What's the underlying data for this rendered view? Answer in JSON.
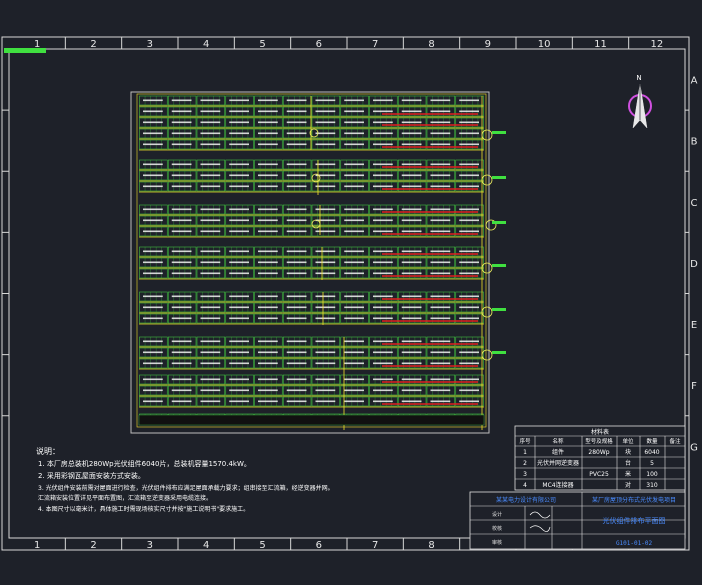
{
  "frame": {
    "col_labels": [
      "1",
      "2",
      "3",
      "4",
      "5",
      "6",
      "7",
      "8",
      "9",
      "10",
      "11",
      "12"
    ],
    "row_labels": [
      "A",
      "B",
      "C",
      "D",
      "E",
      "F",
      "G"
    ],
    "corner_tag": "",
    "colors": {
      "background": "#1e2129",
      "border": "#d8d8d8",
      "white": "#ffffff"
    }
  },
  "compass": {
    "label": "N",
    "color": "#d050e0"
  },
  "plan": {
    "colors": {
      "module": "#3fbf3f",
      "string_wire": "#f2e12a",
      "red_wire": "#e02020",
      "label": "#f4f4f4",
      "tag": "#40e040",
      "dark_fill": "#111111"
    }
  },
  "notes": {
    "heading": "说明：",
    "items": [
      "1. 本厂房总装机280Wp光伏组件6040片，总装机容量1570.4kW。",
      "2. 采用彩钢瓦屋面安装方式安装。",
      "3. 光伏组件安装前需对屋面进行检查，光伏组件排布应满足屋面承载力要求；组串接至汇流箱，经逆变器并网。",
      "   汇流箱安装位置详见平面布置图，汇流箱至逆变器采用电缆连接。",
      "4. 本图尺寸以毫米计，具体施工时需现场核实尺寸并按\"施工说明书\"要求施工。"
    ]
  },
  "material_table": {
    "title": "材料表",
    "headers": [
      "序号",
      "名称",
      "型号及规格",
      "单位",
      "数量",
      "备注"
    ],
    "rows": [
      [
        "1",
        "组件",
        "280Wp",
        "块",
        "6040",
        ""
      ],
      [
        "2",
        "光伏并网逆变器",
        "",
        "台",
        "5",
        ""
      ],
      [
        "3",
        "",
        "PVC25",
        "米",
        "100",
        ""
      ],
      [
        "4",
        "MC4连接器",
        "",
        "对",
        "310",
        ""
      ]
    ]
  },
  "title_block": {
    "company": "某某电力设计有限公司",
    "project": "某厂房屋顶分布式光伏发电项目",
    "drawing_title": "光伏组件排布平面图",
    "drawing_no": "G101-01-02",
    "signatures": [
      "设计",
      "校核",
      "审核"
    ],
    "stamp": "签名"
  }
}
